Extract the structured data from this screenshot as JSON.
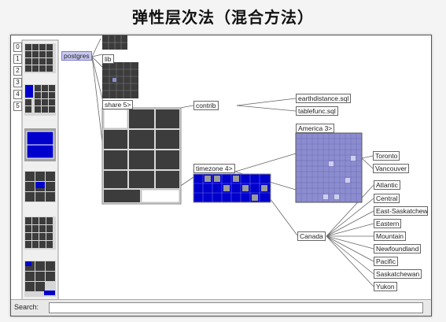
{
  "slide_title": "弹性层次法（混合方法）",
  "levels": [
    "0",
    "1",
    "2",
    "3",
    "4",
    "5"
  ],
  "nodes": {
    "postgres": "postgres",
    "lib": "lib",
    "share": "share",
    "share_count": "5>",
    "contrib": "contrib",
    "earthdistance": "earthdistance.sql",
    "tablefunc": "tablefunc.sql",
    "america": "America",
    "america_count": "3>",
    "timezone": "timezone",
    "timezone_count": "4>",
    "canada": "Canada",
    "toronto": "Toronto",
    "vancouver": "Vancouver"
  },
  "canada_children": [
    "Atlantic",
    "Central",
    "East-Saskatchew",
    "Eastern",
    "Mountain",
    "Newfoundland",
    "Pacific",
    "Saskatchewan",
    "Yukon"
  ],
  "search": {
    "label": "Search:",
    "value": ""
  },
  "colors": {
    "highlight": "#0000cc",
    "dark_cell": "#3c3c3c",
    "light_cell": "#8c8cd0",
    "selected": "#c8c8f0"
  }
}
